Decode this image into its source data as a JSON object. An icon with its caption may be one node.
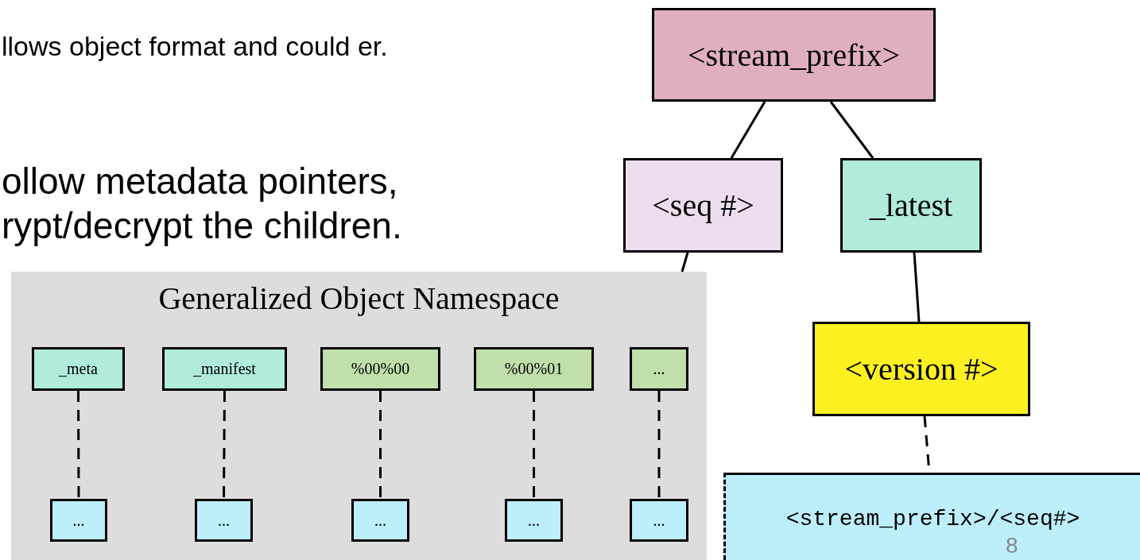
{
  "diagram": {
    "nodes": [
      {
        "text": [
          "<stream_prefix>"
        ]
      },
      {
        "text": [
          "<seq #>"
        ]
      },
      {
        "text": [
          "_latest"
        ]
      },
      {
        "text": [
          "Generalized Object Namespace"
        ]
      },
      {
        "text": [
          "_meta"
        ],
        "in": 3
      },
      {
        "text": [
          "_manifest"
        ],
        "in": 3
      },
      {
        "text": [
          "%00%00"
        ],
        "in": 3
      },
      {
        "text": [
          "%00%01"
        ],
        "in": 3
      },
      {
        "text": [
          "..."
        ],
        "in": 3
      },
      {
        "text": [
          "..."
        ],
        "in": 3
      },
      {
        "text": [
          "..."
        ],
        "in": 3
      },
      {
        "text": [
          "..."
        ],
        "in": 3
      },
      {
        "text": [
          "..."
        ],
        "in": 3
      },
      {
        "text": [
          "..."
        ],
        "in": 3
      },
      {
        "text": [
          "<version #>"
        ]
      },
      {
        "text": [
          "<stream_prefix>/<seq#>"
        ]
      }
    ],
    "edges": [
      {
        "from": 0,
        "to": 1,
        "arrow": "none"
      },
      {
        "from": 0,
        "to": 2,
        "arrow": "none"
      },
      {
        "from": 1,
        "to": 3,
        "arrow": "none"
      },
      {
        "from": 2,
        "to": 14,
        "arrow": "none"
      },
      {
        "from": 14,
        "to": 15,
        "arrow": "none",
        "style": "dashed"
      },
      {
        "from": 4,
        "to": 9,
        "arrow": "none",
        "style": "dashed"
      },
      {
        "from": 5,
        "to": 10,
        "arrow": "none",
        "style": "dashed"
      },
      {
        "from": 6,
        "to": 11,
        "arrow": "none",
        "style": "dashed"
      },
      {
        "from": 7,
        "to": 12,
        "arrow": "none",
        "style": "dashed"
      },
      {
        "from": 8,
        "to": 13,
        "arrow": "none",
        "style": "dashed"
      }
    ],
    "labels": [
      "llows object format and could er.",
      "ollow metadata pointers, rypt/decrypt the children.",
      "8"
    ]
  }
}
